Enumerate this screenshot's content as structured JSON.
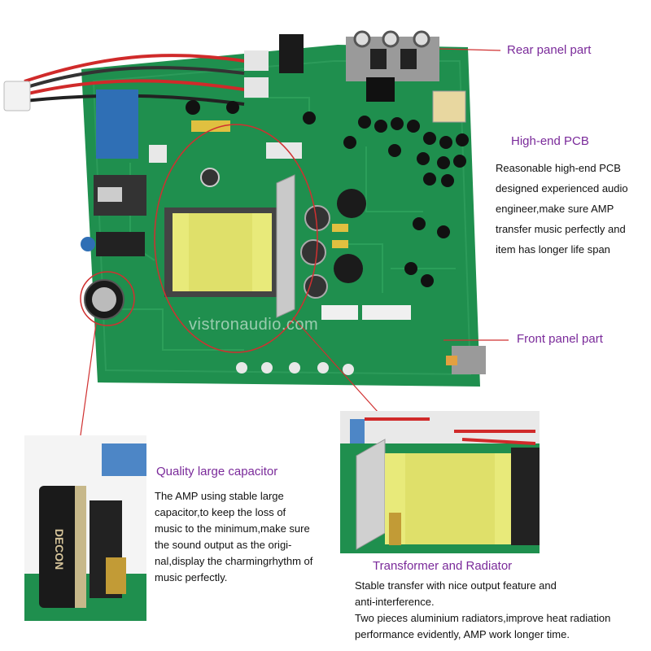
{
  "watermark": "vistronaudio.com",
  "callouts": {
    "rear_panel": {
      "label": "Rear panel part"
    },
    "front_panel": {
      "label": "Front panel part"
    },
    "pcb": {
      "title": "High-end PCB",
      "lines": [
        "Reasonable high-end PCB",
        "designed experienced audio",
        "engineer,make sure AMP",
        "transfer music perfectly and",
        "item has longer life span"
      ]
    },
    "capacitor": {
      "title": "Quality large capacitor",
      "lines": [
        "The AMP using stable large",
        "capacitor,to keep the loss of",
        "music to the minimum,make sure",
        "the sound output as the origi-",
        "nal,display the charmingrhythm of",
        "music perfectly."
      ],
      "cap_print": "DECON"
    },
    "transformer": {
      "title": "Transformer and Radiator",
      "lines": [
        "Stable transfer with nice output feature and",
        "anti-interference.",
        "Two pieces aluminium radiators,improve heat radiation",
        "performance evidently, AMP work longer time."
      ]
    }
  },
  "colors": {
    "pcb_green": "#1f8f4e",
    "pcb_dark": "#0f6a35",
    "transformer_yellow": "#e8ea7a",
    "callout_red": "#d03030",
    "heading_purple": "#7a2a9a"
  }
}
